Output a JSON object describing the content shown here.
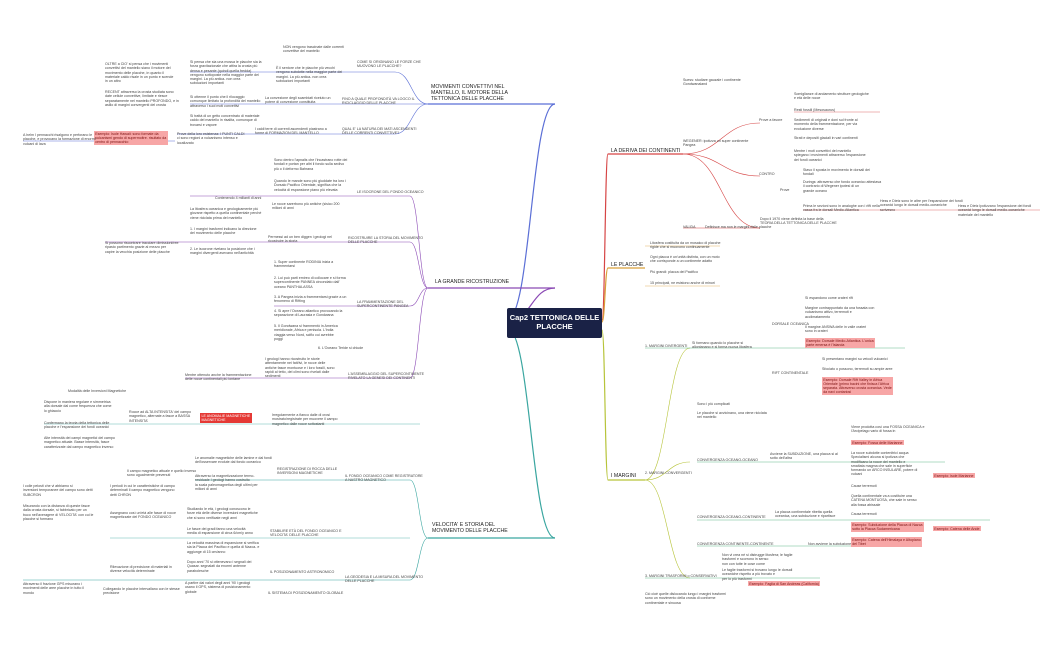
{
  "root": {
    "title": "Cap2 TETTONICA\nDELLE PLACCHE"
  },
  "colors": {
    "blue": "#5b6fd6",
    "purple": "#8b4ab5",
    "red": "#d64545",
    "orange": "#d9a13a",
    "green": "#3aa66c",
    "lime": "#b7c43a",
    "teal": "#3aa6a0",
    "dark": "#1a2246",
    "redbox": "#f7a6a6"
  },
  "branches": {
    "b1": {
      "title": "MOVIMENTI CONVETTIVI NEL\nMANTELLO, IL MOTORE DELLA\nTETTONICA DELLE PLACCHE",
      "n": [
        "NON vengono trascinate dalle correnti\nconvettive del mantello",
        "COME SI ORIGINANO LE FORZE CHE\nMUOVONO LE PLACCHE?",
        "Si pensa che sia una mossa le placche sia la\nforza gravitazionale che attira la crosta più\ndensa e pesante (quindi quella fredda)\nvengono sottoposte nella maggior parte dei\nmargini. La più antica- non crea\nsubduzioni importanti",
        "OLTRE a CIO' si pensa che i movimenti\nconvettivi del mantello siano il motore del\nmovimento delle placche, in quanto il\nmateriale caldo risale in un punto e scende\nin un altro",
        "È il sentore che le placche più vecchi\nvengono subdotte nella maggior parte dei\nmargini. La più antica- non crea\nsubduzioni importanti",
        "RECENT attraverso la crosta studiata sono\ndate cellule convettive, limitate e riesce\nseparatamente nel mantello PROFONDO, e in\nasillo di margini convergenti del crosta",
        "Si ottenne il punto che il rilocaggio\ncomunque limitato la profondità del mantello\nattraverso i suoi moti convettivi",
        "La convezione degli scambiati riceiuto un\npotere di convezione constituita",
        "FINO A QUALE PROFONDITÀ VA LOOCO IL\nRICICLAGGIO DELLE PLACCHE",
        "Si trattà di un getto concentrato di materiale\ncaldo del mantello in risalita, comunque di\ntrovarsi e vapore",
        "I caldi terre di correnti ascendenti piastrano a\nforme di FORMAZION DEL MANTELLO",
        "QUAL E' LA NATURA DEI MATI ASCENDENTI\nDELLE CORRENTI CONVETTIVE?",
        "Esempio: Isole Hawaii: sono formate da\nvulcanismi gendo di supermoltre. risultato da\ncentro di pennacchio",
        "Prove della loro esistenza: I PUNTI CALDI\nci sono regioni a vulcanismo intenso e\nlocalizzato",
        "A helm I pennacchi risalgono e perforano le\nplacche, e provocano la formazione di enormi\nvulcani di lava"
      ]
    },
    "b2": {
      "title": "LA GRANDE RICOSTRUZIONE",
      "n": [
        "Sono dentro l'apnalis che l'incastrano rotte dei\nfondali e portan per altri il fondo sulla sedivo\npiù o il deformo Bahrana",
        "Quando le mande sono più giuddate tra loro i\nDorsalo Pacifico Orientale, significa che la\nvelocità di espansione piano più elevata",
        "LE ISOCRONE DEL FONDO OCEANICO",
        "Contenendo 4 milianti di anni",
        "Le rocce sarerbono più antiche (sisico 200\nmilioni di anni",
        "La litosfera oceanica e geologicamente più\ngiovane rispetto a quella continentale perché\nviene riciclata prima del mantello",
        "1. I margini trasformi indicano la direzione\ndel movimento delle placche",
        "Permessi ad un ben diggen i geologi nel\nricostruire la storia",
        "RICOSTRUIRE LA STORIA DEL MOVIMENTO\nDELLE PLACCHE",
        "Si possono riscontrare tracciare dimissioni/ree\nripasto partimento grazie al mezzo per\ncapire la vecchia posizione delle placche",
        "2. Le isocrone rivelano la posizione che i\nmargini divergenti avevano nell'antichità",
        "1. Super continente RODINIA inizia a\nframmentarsi",
        "2. Lui può parti emireo di collocare e si forma\nsupercontinente PANNEA circondato dall'\noceano PANTHALASSA",
        "3. A Pangea inizia a frammentarsi grazie a un\nfenomeno di Rifting",
        "4. Si apre l'Oceano atlantico provocando la\nseparazione di Laurasia e Gondwana",
        "LA FRAMMENTAZIONE DEL\nSUPERCONTINENTE PANGEA",
        "5. Il Gondwana si frammentò in America\nmeridionale, Africa e penisola. L'India\nviaggia verso Nord, scifio cui avrebbe\npoggi",
        "6. L'Oceano Teride si chiude",
        "I geologi hanno ricostruito le storie\nattentamente nei fatt/ivi, le rocce delle\nantiche fasce montuose e i loro fossili, sono\nrapidi al tetto, del climi sono rivelati dalle\nsedimenti",
        "Mentre ottenuto anche la frammentazione\ndelle rocce continentali più lontane",
        "L'ASSEMBLAGGIO DEL SUPERCONTINENTE\nRIVELATO LA GENESI DEI CONTINENTI"
      ]
    },
    "b3": {
      "title": "VELOCITA' E STORIA DEL\nMOVIMENTO DELLE PLACCHE",
      "n": [
        "Modalità delle Inversioni Magnetiche",
        "Dispone in maniera regolare e simmetrica\nalla dorsale dal come frequenza che come\nlo ghiaccio",
        "Confermano la teoria della tettonica delle\nplacche e l'espansione dei fondi oceanici",
        "Alte intensità dei campi magnetici del campo\nmagnetico attuale. Basse intensità, fasce\ncaratterizzate dal campo magnetico inverso",
        "Rocce ad ALTA INTENSITA' del campo\nmagnetico, alternate a fasce a BASSA\nINTENSITA'",
        "LE ANOMALIE MAGNETICHE\nMAGNETICHE",
        "Irregolarmente a fianco dalle di crosi\nmostrato/registrate per muovere il campo\nmagnetico dalle rocce sottostanti",
        "Le anomalie magnetiche delle lamine e dal fondi\ndell'osservare evolute dal fondo oceanico",
        "REGISTRAZIONE DI ROCCA DELLE\nINVERSIONI MAGNETICHE",
        "Il campo magnetico attuale e quello inverso\nsono ugualmente prevenuti",
        "Attraverso la magnetizzazione termo-\nresiduale I geologi hanno costruito\nla scala paleomagnetica degli ultimi per\nmilioni di anni",
        "IL FONDO OCEANICO COME REGISTRATORE\nA NASTRO MAGNETICO",
        "I colle pelosti che vi abbiamo si\ninversioni temporanee del campo sono detti\nSUBCRON",
        "I periodi in cui le caratteristiche di campo\ndeterminati il campo magnetico vengono\ndetti CHRON",
        "Misurando con la distanza di queste fasce\ndalla crosta dorsale, si fabbricato per un\nbuco nell'averagere di VELOCITA' con cui le\nplacche si formano",
        "Assegnano così un'età alle fasce di rocce\nmagnetizzate del FONDO OCEANICO",
        "Studiando le età, i geologi conoscono le\nforze età delle diverse inversioni magnetiche\nche si sono verificate negli anni",
        "STABILIRE ETÀ DEL FONDO OCEANICO E\nVELOCITA' DELLE PLACCHE",
        "Le fasce dei gradi fanno una velocità\nmedia di espansione di circa 6/cm/y anno",
        "La velocità massima di espansione si verifica\nsia la Placca del Pacifico e quella di Nazca- e\naggiunge di 15 cm/anno",
        "Rilevazione di precisione di materiali in\ndiverse velocità determinate",
        "Dopo anni '70 si ottenevano i segnali dei\nQuasar. segnalati da enormi antenne\nparabolesche",
        "IL POSIZIONAMENTO ASTRONOMICO",
        "LA GEODESIA E LA MISURA DEL MOVIMENTO\nDELLE PLACCHE",
        "A partire dai valori degli anni '90 i geologi\nusano il GPS, sistema di posizionamento\nglobale",
        "Collegando le placche intervallano con le stesse\nprecisione",
        "Attraverso il frazione GPS misurano i\nmovimenti delle aree placche in tutto il\nmondo",
        "IL SISTEMA DI POSIZIONAMENTO GLOBALE"
      ]
    },
    "b4": {
      "title": "LA DERIVA DEI CONTINENTI",
      "n": [
        "Suess: studiare gauzale i continente\nGondwanaland",
        "WEGENER: ipotizza un super continente\nPangea",
        "Somiglianze di andamento strutture geologiche\ne età delle rocce",
        "Prove a favore",
        "Resti fossili (Mesosaurus)",
        "Sedimenti di originali e doni sul fronte al\nmomento della frammentazione, per via\nevoluzione diverse",
        "Strati e depositi glaciali in vari continenti",
        "Mentre i moti convettivi del mantello\nspiegano i movimenti attraverso l'espansione\ndei fondi oceanici",
        "CONTRO",
        "Stavo il sposta in movimento le dorsali dei\nfondali",
        "Durings: attraverso che fondo oceanico attestava\nil contrario di Wegener ipotesi di un\ngrande oceano",
        "Prove",
        "Hess e Dietz sono le altre per l'espansione dei fondi\noceanici lungo le dorsali medio-oceaniche\nscrivesno",
        "Prima le sezioni sono in analoghe con i rifti nella\nvasca fra le dorsali Medio-Atlantica",
        "Hess e Dietz Ipotizzano l'espansione dei fondi\noceanici lungo le dorsali medio-oceaniche\nmateriale del mantello",
        "Si scopre che i fondi oceanici vengono poi\nconsumati lungo le coste di fossi del pacifico",
        "Dopo il 1970 viene definita la base della\nTEORIA DELLA TETTONICA DELLE PLACCHE",
        "VALIDA",
        "Definisce ma non le margini delle placche"
      ]
    },
    "b5": {
      "title": "LE PLACCHE",
      "n": [
        "Litosfera costituita da un mosaico di placche\nrigide che si muovono continuamente",
        "Ogni placca è un'unità distinta, con un moto\nche corrisponde a un continente adatto",
        "Più grandi: placca del Pacifico",
        "15 principali, ne esistono anche di minori"
      ]
    },
    "b6": {
      "title": "I MARGINI",
      "n": [
        "1. MARGINI DIVERGENTI",
        "Si formano quando lo placche si\nallontanano e si forma nuova litosfera",
        "Si espandono come crateri rift",
        "Margine contrappuntato da una fossata con\nvulcanismo attivo, terremoti e\nacclimatamento",
        "DORSALE OCEANICA",
        "Il margine ANSWA delle in valle crateri\nsono in crateri",
        "Esempio: Dorsale Medio-Atlantica. L'unica\nparte emersa è l'Islanda",
        "Si presentano margini su veicoli vulcanici",
        "RIFT CONTINENTALE",
        "Sfociato o possono, terremoti su ampie aree",
        "Esempio: Dorsale Rift Valley in Africa\nOrientale (primo bacini che finisca l'Africa\nseparata. Attraverso crosta oceanica. Vede\nda navi contariosi",
        "2. MARGINI CONVERGENTI",
        "Sono i più complicati",
        "Le placche si avvicinano, una viene riciclata\nnel mantello",
        "Avviene la SUBDUZIONE, una placca si al\nsotto dell'altra",
        "CONVERGENZA OCEANO-OCEANO",
        "Viene prodotta così una FOSSA OCEANICA e\nl'Arcipelago vario di fossa in",
        "Esempio: Fossa delle Marianne",
        "La rocce subdotte contenitrici acqua\nSpecialismi alcuna si ipotizza che\nmodificano la rocce del mantello e\nsmaltata magma che sale in superficie\nformando un ARCO INSULARE, potere di\nvulcani",
        "Esempio: isole Marianne",
        "Cause terremoti",
        "La placca continentale ribetta quella\noceanica, una subduzione e ripartisce",
        "CONVERGENZA OCEANO-CONTINENTE",
        "Quella continentale va a costituire una\nCATENA MONTUOSA, che sale in senso\nalla fossa abissale",
        "Causa terremoti",
        "Esempio: Subduzione della Placca di Nazca\nsotto la Placca Sudamericana",
        "Esempio: Catena delle Ande",
        "CONVERGENZA CONTINENTE-CONTINENTE",
        "Non avviene la subduzione",
        "Esempio: Catena dell'Himalaya e Altopiano\ndel Tibet",
        "3. MARGINI TRASFORMI o CONSERVATIVI",
        "Non vi crea né si distrugge litosfera; le faglie\ntrasformi e scorrono in senso\nnon con tutte le cose come",
        "Le faglie trasformi si trovano lungo le dorsali\noceaniche rispetto a più trovato e\nper lo più trasformi",
        "Esempio: Faglia di San Andreas (California)",
        "Ciò cioè quelle dislocando lungo i margini trasformi\nsono un movimento della crosta di conforme\ncontinentale e sinuosa"
      ]
    }
  }
}
